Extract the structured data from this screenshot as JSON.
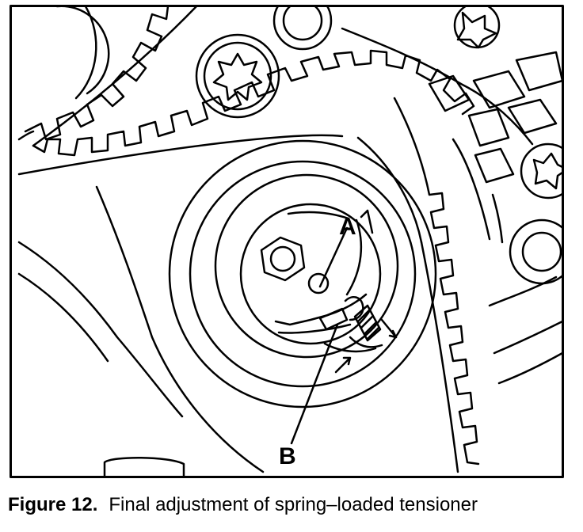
{
  "figure": {
    "callouts": [
      {
        "id": "A",
        "text": "A"
      },
      {
        "id": "B",
        "text": "B"
      }
    ]
  },
  "caption": {
    "number": "Figure 12.",
    "text": "Final adjustment of spring–loaded tensioner"
  }
}
